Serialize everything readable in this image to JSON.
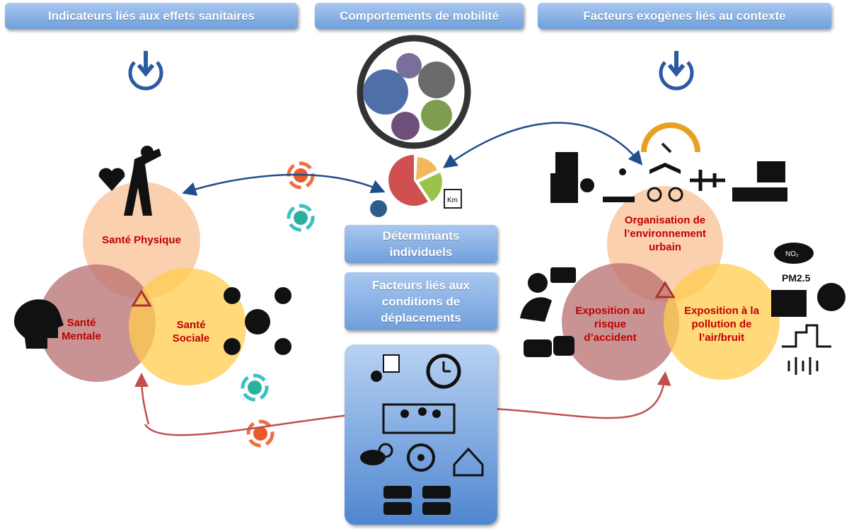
{
  "headers": {
    "left": "Indicateurs liés aux effets sanitaires",
    "middle": "Comportements de mobilité",
    "right": "Facteurs exogènes liés au contexte"
  },
  "center_boxes": {
    "individual": "Déterminants individuels",
    "conditions": "Facteurs liés aux conditions de déplacements"
  },
  "left_circles": {
    "physique": "Santé Physique",
    "mentale": "Santé Mentale",
    "sociale": "Santé Sociale"
  },
  "right_circles": {
    "urbain": "Organisation de l’environnement urbain",
    "accident": "Exposition au risque d’accident",
    "pollution": "Exposition à la pollution de l’air/bruit"
  },
  "icon_text": {
    "km": "Km",
    "no2": "NO₂",
    "pm": "PM2.5"
  },
  "colors": {
    "header_blue": "#6f9fdc",
    "label_red": "#c00000",
    "circle_top": "#f9cba6",
    "circle_left": "#c48a8a",
    "circle_right": "#ffd55e",
    "arrow_blue": "#1f4e8c",
    "arrow_red": "#c0504d"
  }
}
